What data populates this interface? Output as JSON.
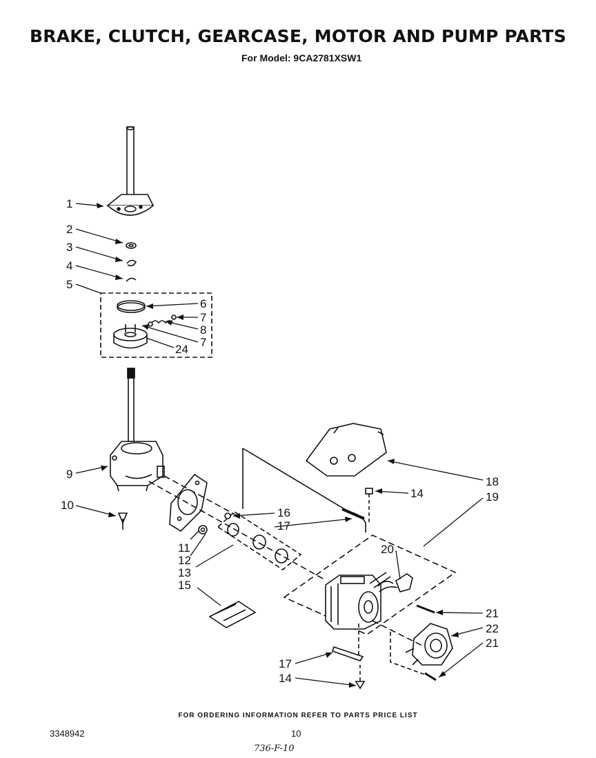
{
  "title": "BRAKE, CLUTCH, GEARCASE, MOTOR AND PUMP PARTS",
  "subtitle": "For Model: 9CA2781XSW1",
  "callouts": {
    "c1": "1",
    "c2": "2",
    "c3": "3",
    "c4": "4",
    "c5": "5",
    "c6": "6",
    "c7a": "7",
    "c8": "8",
    "c7b": "7",
    "c24": "24",
    "c9": "9",
    "c10": "10",
    "c11": "11",
    "c12": "12",
    "c13": "13",
    "c15": "15",
    "c16": "16",
    "c17a": "17",
    "c18": "18",
    "c14a": "14",
    "c19": "19",
    "c20": "20",
    "c21a": "21",
    "c22": "22",
    "c21b": "21",
    "c17b": "17",
    "c14b": "14"
  },
  "footer": {
    "ordering_note": "FOR ORDERING INFORMATION REFER TO PARTS PRICE LIST",
    "document_number": "3348942",
    "page_number": "10",
    "handwritten_note": "736-F-10"
  }
}
